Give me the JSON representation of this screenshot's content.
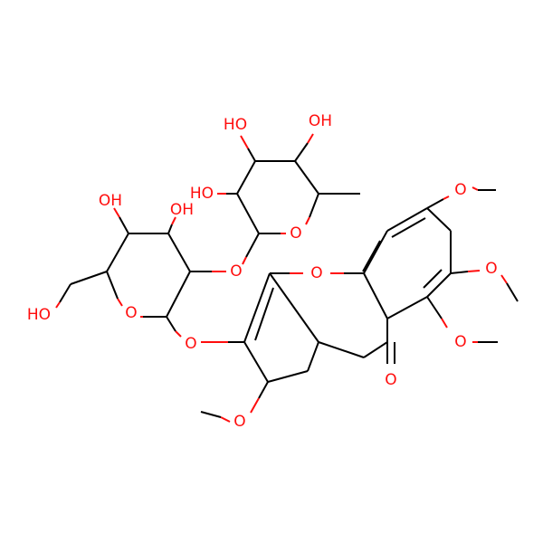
{
  "colors": {
    "background": "#ffffff",
    "bond": "#000000",
    "oxygen": "#ff0d0d"
  },
  "labels": {
    "o": "O",
    "oh": "OH",
    "ho": "HO"
  }
}
